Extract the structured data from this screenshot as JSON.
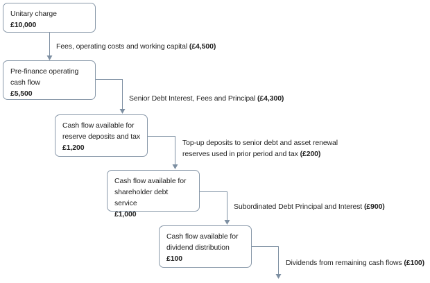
{
  "nodes": [
    {
      "label": "Unitary charge",
      "value": "£10,000"
    },
    {
      "label": "Pre-finance operating cash flow",
      "value": "£5,500"
    },
    {
      "label": "Cash flow available for reserve deposits and tax",
      "value": "£1,200"
    },
    {
      "label": "Cash flow available for shareholder debt service",
      "value": "£1,000"
    },
    {
      "label": "Cash flow available for dividend distribution",
      "value": "£100"
    }
  ],
  "edges": [
    {
      "text": "Fees, operating costs and working capital",
      "amount": "(£4,500)"
    },
    {
      "text": "Senior Debt Interest, Fees and Principal",
      "amount": "(£4,300)"
    },
    {
      "text": "Top-up deposits to senior debt and asset renewal reserves used in prior period and tax",
      "amount": "(£200)"
    },
    {
      "text": "Subordinated Debt Principal and Interest",
      "amount": "(£900)"
    },
    {
      "text": "Dividends from remaining cash flows",
      "amount": "(£100)"
    }
  ],
  "colors": {
    "connector": "#7d8fa2",
    "border": "#8797a8"
  }
}
